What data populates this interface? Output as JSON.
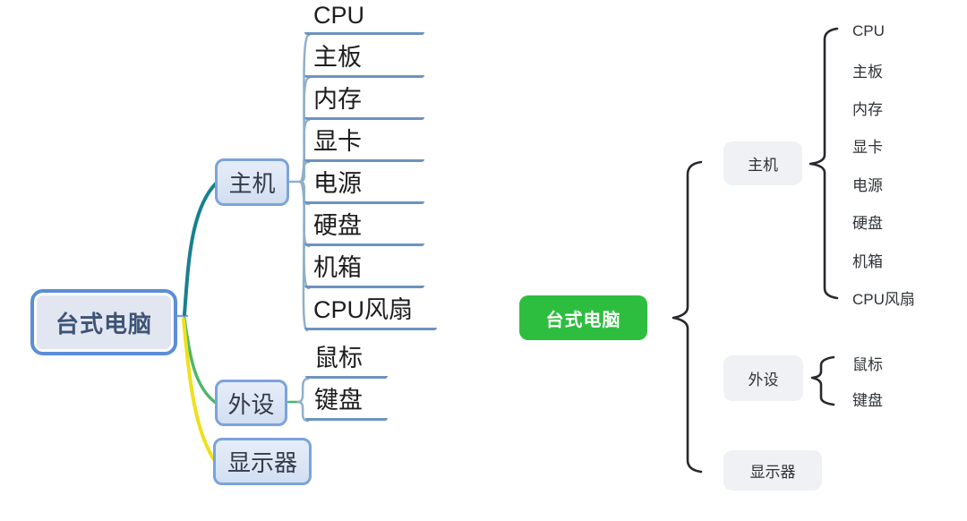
{
  "left_map": {
    "style": "curved mind map with underlined topics",
    "root": {
      "label": "台式电脑"
    },
    "branches": [
      {
        "label": "主机",
        "children": [
          "CPU",
          "主板",
          "内存",
          "显卡",
          "电源",
          "硬盘",
          "机箱",
          "CPU风扇"
        ]
      },
      {
        "label": "外设",
        "children": [
          "鼠标",
          "键盘"
        ]
      },
      {
        "label": "显示器",
        "children": []
      }
    ]
  },
  "right_map": {
    "style": "brace outline map",
    "root": {
      "label": "台式电脑"
    },
    "branches": [
      {
        "label": "主机",
        "children": [
          "CPU",
          "主板",
          "内存",
          "显卡",
          "电源",
          "硬盘",
          "机箱",
          "CPU风扇"
        ]
      },
      {
        "label": "外设",
        "children": [
          "鼠标",
          "键盘"
        ]
      },
      {
        "label": "显示器",
        "children": []
      }
    ]
  },
  "colors": {
    "left-root-border": "#5b8ed8",
    "left-root-fill": "#e2e6f1",
    "left-root-text": "#3d5476",
    "left-node-border": "#7ca3da",
    "left-node-fill-top": "#e6edf8",
    "left-node-fill-bottom": "#d2dff2",
    "branch-host-line": "#17808f",
    "branch-peripherals-line": "#4db868",
    "branch-monitor-line": "#efe01a",
    "child-curve": "#8fb0c9",
    "child-underline": "#6d93be",
    "child-text": "#1d1d1f",
    "right-root-fill": "#2ebe3f",
    "right-root-text": "#ffffff",
    "right-node-fill": "#f0f1f4",
    "right-text": "#2e3237",
    "brace": "#27292d",
    "background": "#ffffff"
  }
}
